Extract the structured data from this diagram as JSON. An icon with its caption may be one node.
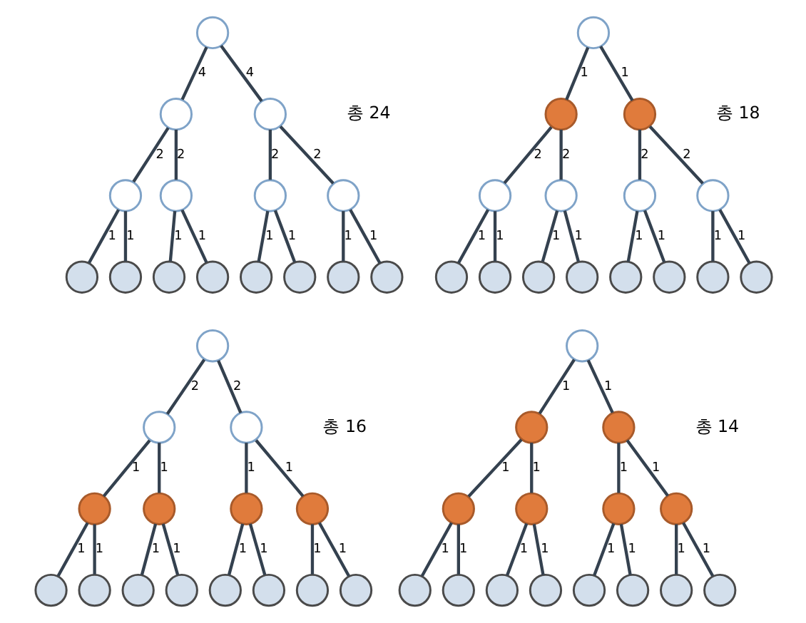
{
  "diagram": {
    "nodes": [
      {
        "text": [],
        "shape": "circle"
      },
      {
        "text": [],
        "shape": "circle"
      },
      {
        "text": [],
        "shape": "circle"
      },
      {
        "text": [],
        "shape": "circle"
      },
      {
        "text": [],
        "shape": "circle"
      },
      {
        "text": [],
        "shape": "circle"
      },
      {
        "text": [],
        "shape": "circle"
      },
      {
        "text": [],
        "shape": "circle"
      },
      {
        "text": [],
        "shape": "circle"
      },
      {
        "text": [],
        "shape": "circle"
      },
      {
        "text": [],
        "shape": "circle"
      },
      {
        "text": [],
        "shape": "circle"
      },
      {
        "text": [],
        "shape": "circle"
      },
      {
        "text": [],
        "shape": "circle"
      },
      {
        "text": [],
        "shape": "circle"
      },
      {
        "text": [],
        "shape": "circle"
      },
      {
        "text": [],
        "shape": "circle"
      },
      {
        "text": [],
        "shape": "circle"
      },
      {
        "text": [],
        "shape": "circle"
      },
      {
        "text": [],
        "shape": "circle"
      },
      {
        "text": [],
        "shape": "circle"
      },
      {
        "text": [],
        "shape": "circle"
      },
      {
        "text": [],
        "shape": "circle"
      },
      {
        "text": [],
        "shape": "circle"
      },
      {
        "text": [],
        "shape": "circle"
      },
      {
        "text": [],
        "shape": "circle"
      },
      {
        "text": [],
        "shape": "circle"
      },
      {
        "text": [],
        "shape": "circle"
      },
      {
        "text": [],
        "shape": "circle"
      },
      {
        "text": [],
        "shape": "circle"
      },
      {
        "text": [],
        "shape": "circle"
      },
      {
        "text": [],
        "shape": "circle"
      },
      {
        "text": [],
        "shape": "circle"
      },
      {
        "text": [],
        "shape": "circle"
      },
      {
        "text": [],
        "shape": "circle"
      },
      {
        "text": [],
        "shape": "circle"
      },
      {
        "text": [],
        "shape": "circle"
      },
      {
        "text": [],
        "shape": "circle"
      },
      {
        "text": [],
        "shape": "circle"
      },
      {
        "text": [],
        "shape": "circle"
      },
      {
        "text": [],
        "shape": "circle"
      },
      {
        "text": [],
        "shape": "circle"
      },
      {
        "text": [],
        "shape": "circle"
      },
      {
        "text": [],
        "shape": "circle"
      },
      {
        "text": [],
        "shape": "circle"
      },
      {
        "text": [],
        "shape": "circle"
      },
      {
        "text": [],
        "shape": "circle"
      },
      {
        "text": [],
        "shape": "circle"
      },
      {
        "text": [],
        "shape": "circle"
      },
      {
        "text": [],
        "shape": "circle"
      },
      {
        "text": [],
        "shape": "circle"
      },
      {
        "text": [],
        "shape": "circle"
      },
      {
        "text": [],
        "shape": "circle"
      },
      {
        "text": [],
        "shape": "circle"
      },
      {
        "text": [],
        "shape": "circle"
      },
      {
        "text": [],
        "shape": "circle"
      },
      {
        "text": [],
        "shape": "circle"
      },
      {
        "text": [],
        "shape": "circle"
      },
      {
        "text": [],
        "shape": "circle"
      },
      {
        "text": [],
        "shape": "circle"
      }
    ],
    "edges": [
      {
        "from": 0,
        "to": 1,
        "arrow": "none",
        "label": "4"
      },
      {
        "from": 0,
        "to": 2,
        "arrow": "none",
        "label": "4"
      },
      {
        "from": 1,
        "to": 3,
        "arrow": "none",
        "label": "2"
      },
      {
        "from": 1,
        "to": 4,
        "arrow": "none",
        "label": "2"
      },
      {
        "from": 2,
        "to": 5,
        "arrow": "none",
        "label": "2"
      },
      {
        "from": 2,
        "to": 6,
        "arrow": "none",
        "label": "2"
      },
      {
        "from": 3,
        "to": 7,
        "arrow": "none",
        "label": "1"
      },
      {
        "from": 3,
        "to": 8,
        "arrow": "none",
        "label": "1"
      },
      {
        "from": 4,
        "to": 9,
        "arrow": "none",
        "label": "1"
      },
      {
        "from": 4,
        "to": 10,
        "arrow": "none",
        "label": "1"
      },
      {
        "from": 5,
        "to": 11,
        "arrow": "none",
        "label": "1"
      },
      {
        "from": 5,
        "to": 12,
        "arrow": "none",
        "label": "1"
      },
      {
        "from": 6,
        "to": 13,
        "arrow": "none",
        "label": "1"
      },
      {
        "from": 6,
        "to": 14,
        "arrow": "none",
        "label": "1"
      },
      {
        "from": 15,
        "to": 16,
        "arrow": "none",
        "label": "1"
      },
      {
        "from": 15,
        "to": 17,
        "arrow": "none",
        "label": "1"
      },
      {
        "from": 16,
        "to": 18,
        "arrow": "none",
        "label": "2"
      },
      {
        "from": 16,
        "to": 19,
        "arrow": "none",
        "label": "2"
      },
      {
        "from": 17,
        "to": 20,
        "arrow": "none",
        "label": "2"
      },
      {
        "from": 17,
        "to": 21,
        "arrow": "none",
        "label": "2"
      },
      {
        "from": 18,
        "to": 22,
        "arrow": "none",
        "label": "1"
      },
      {
        "from": 18,
        "to": 23,
        "arrow": "none",
        "label": "1"
      },
      {
        "from": 19,
        "to": 24,
        "arrow": "none",
        "label": "1"
      },
      {
        "from": 19,
        "to": 25,
        "arrow": "none",
        "label": "1"
      },
      {
        "from": 20,
        "to": 26,
        "arrow": "none",
        "label": "1"
      },
      {
        "from": 20,
        "to": 27,
        "arrow": "none",
        "label": "1"
      },
      {
        "from": 21,
        "to": 28,
        "arrow": "none",
        "label": "1"
      },
      {
        "from": 21,
        "to": 29,
        "arrow": "none",
        "label": "1"
      },
      {
        "from": 30,
        "to": 31,
        "arrow": "none",
        "label": "2"
      },
      {
        "from": 30,
        "to": 32,
        "arrow": "none",
        "label": "2"
      },
      {
        "from": 31,
        "to": 33,
        "arrow": "none",
        "label": "1"
      },
      {
        "from": 31,
        "to": 34,
        "arrow": "none",
        "label": "1"
      },
      {
        "from": 32,
        "to": 35,
        "arrow": "none",
        "label": "1"
      },
      {
        "from": 32,
        "to": 36,
        "arrow": "none",
        "label": "1"
      },
      {
        "from": 33,
        "to": 37,
        "arrow": "none",
        "label": "1"
      },
      {
        "from": 33,
        "to": 38,
        "arrow": "none",
        "label": "1"
      },
      {
        "from": 34,
        "to": 39,
        "arrow": "none",
        "label": "1"
      },
      {
        "from": 34,
        "to": 40,
        "arrow": "none",
        "label": "1"
      },
      {
        "from": 35,
        "to": 41,
        "arrow": "none",
        "label": "1"
      },
      {
        "from": 35,
        "to": 42,
        "arrow": "none",
        "label": "1"
      },
      {
        "from": 36,
        "to": 43,
        "arrow": "none",
        "label": "1"
      },
      {
        "from": 36,
        "to": 44,
        "arrow": "none",
        "label": "1"
      },
      {
        "from": 45,
        "to": 46,
        "arrow": "none",
        "label": "1"
      },
      {
        "from": 45,
        "to": 47,
        "arrow": "none",
        "label": "1"
      },
      {
        "from": 46,
        "to": 48,
        "arrow": "none",
        "label": "1"
      },
      {
        "from": 46,
        "to": 49,
        "arrow": "none",
        "label": "1"
      },
      {
        "from": 47,
        "to": 50,
        "arrow": "none",
        "label": "1"
      },
      {
        "from": 47,
        "to": 51,
        "arrow": "none",
        "label": "1"
      },
      {
        "from": 48,
        "to": 52,
        "arrow": "none",
        "label": "1"
      },
      {
        "from": 48,
        "to": 53,
        "arrow": "none",
        "label": "1"
      },
      {
        "from": 49,
        "to": 54,
        "arrow": "none",
        "label": "1"
      },
      {
        "from": 49,
        "to": 55,
        "arrow": "none",
        "label": "1"
      },
      {
        "from": 50,
        "to": 56,
        "arrow": "none",
        "label": "1"
      },
      {
        "from": 50,
        "to": 57,
        "arrow": "none",
        "label": "1"
      },
      {
        "from": 51,
        "to": 58,
        "arrow": "none",
        "label": "1"
      },
      {
        "from": 51,
        "to": 59,
        "arrow": "none",
        "label": "1"
      }
    ],
    "labels": [
      "총 24",
      "총 18",
      "총 16",
      "총 14"
    ]
  }
}
